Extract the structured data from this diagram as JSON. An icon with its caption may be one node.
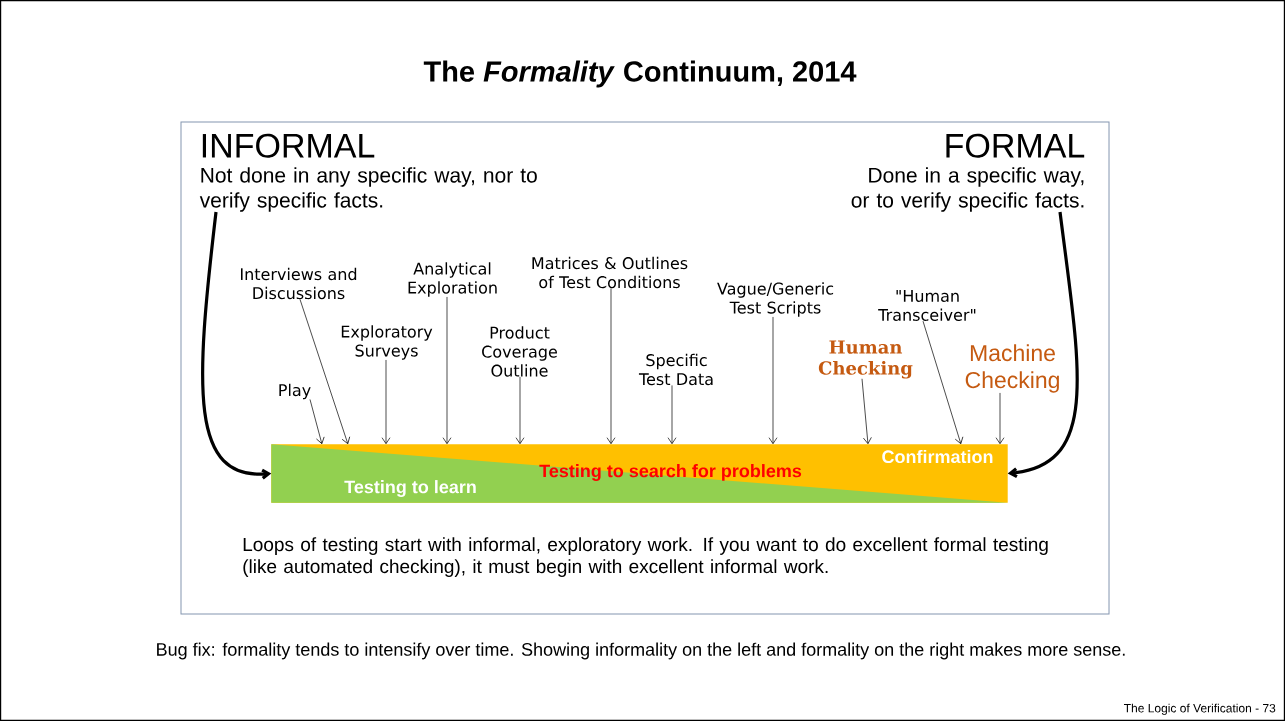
{
  "diagram": {
    "title": "The *Formality* Continuum, 2014",
    "caption": "Bug fix: formality tends to intensify over time.  Showing informality on the left and formality on the right makes more sense.",
    "nodes": [
      {
        "text": [],
        "shape": "box"
      },
      {
        "text": [
          "INFORMAL",
          "Not done in any specific way, nor to verify specific facts."
        ],
        "in": 0
      },
      {
        "text": [
          "FORMAL",
          "Done in a specific way, or to verify specific facts."
        ],
        "in": 0
      },
      {
        "text": [
          "Play"
        ],
        "in": 0
      },
      {
        "text": [
          "Interviews and Discussions"
        ],
        "in": 0
      },
      {
        "text": [
          "Exploratory Surveys"
        ],
        "in": 0
      },
      {
        "text": [
          "Analytical Exploration"
        ],
        "in": 0
      },
      {
        "text": [
          "Product Coverage Outline"
        ],
        "in": 0
      },
      {
        "text": [
          "Matrices & Outlines of Test Conditions"
        ],
        "in": 0
      },
      {
        "text": [
          "Specific Test Data"
        ],
        "in": 0
      },
      {
        "text": [
          "Vague/Generic Test Scripts"
        ],
        "in": 0
      },
      {
        "text": [
          "Human Checking"
        ],
        "in": 0
      },
      {
        "text": [
          "\"Human Transceiver\""
        ],
        "in": 0
      },
      {
        "text": [
          "Machine Checking"
        ],
        "in": 0
      },
      {
        "text": [
          "Testing to learn",
          "Testing to search for problems",
          "Confirmation"
        ],
        "in": 0
      }
    ],
    "edges": [
      {
        "from": 1,
        "to": 14,
        "arrow": "to",
        "style": "thick"
      },
      {
        "from": 2,
        "to": 14,
        "arrow": "to",
        "style": "thick"
      },
      {
        "from": 3,
        "to": 14,
        "arrow": "to"
      },
      {
        "from": 4,
        "to": 14,
        "arrow": "to"
      },
      {
        "from": 5,
        "to": 14,
        "arrow": "to"
      },
      {
        "from": 6,
        "to": 14,
        "arrow": "to"
      },
      {
        "from": 7,
        "to": 14,
        "arrow": "to"
      },
      {
        "from": 8,
        "to": 14,
        "arrow": "to"
      },
      {
        "from": 9,
        "to": 14,
        "arrow": "to"
      },
      {
        "from": 10,
        "to": 14,
        "arrow": "to"
      },
      {
        "from": 11,
        "to": 14,
        "arrow": "to"
      },
      {
        "from": 12,
        "to": 14,
        "arrow": "to"
      },
      {
        "from": 13,
        "to": 14,
        "arrow": "to"
      }
    ],
    "labels": [
      "Loops of testing start with informal, exploratory work. If you want to do excellent formal testing (like automated checking), it must begin with excellent informal work.",
      "The Logic of Verification - 73"
    ]
  }
}
